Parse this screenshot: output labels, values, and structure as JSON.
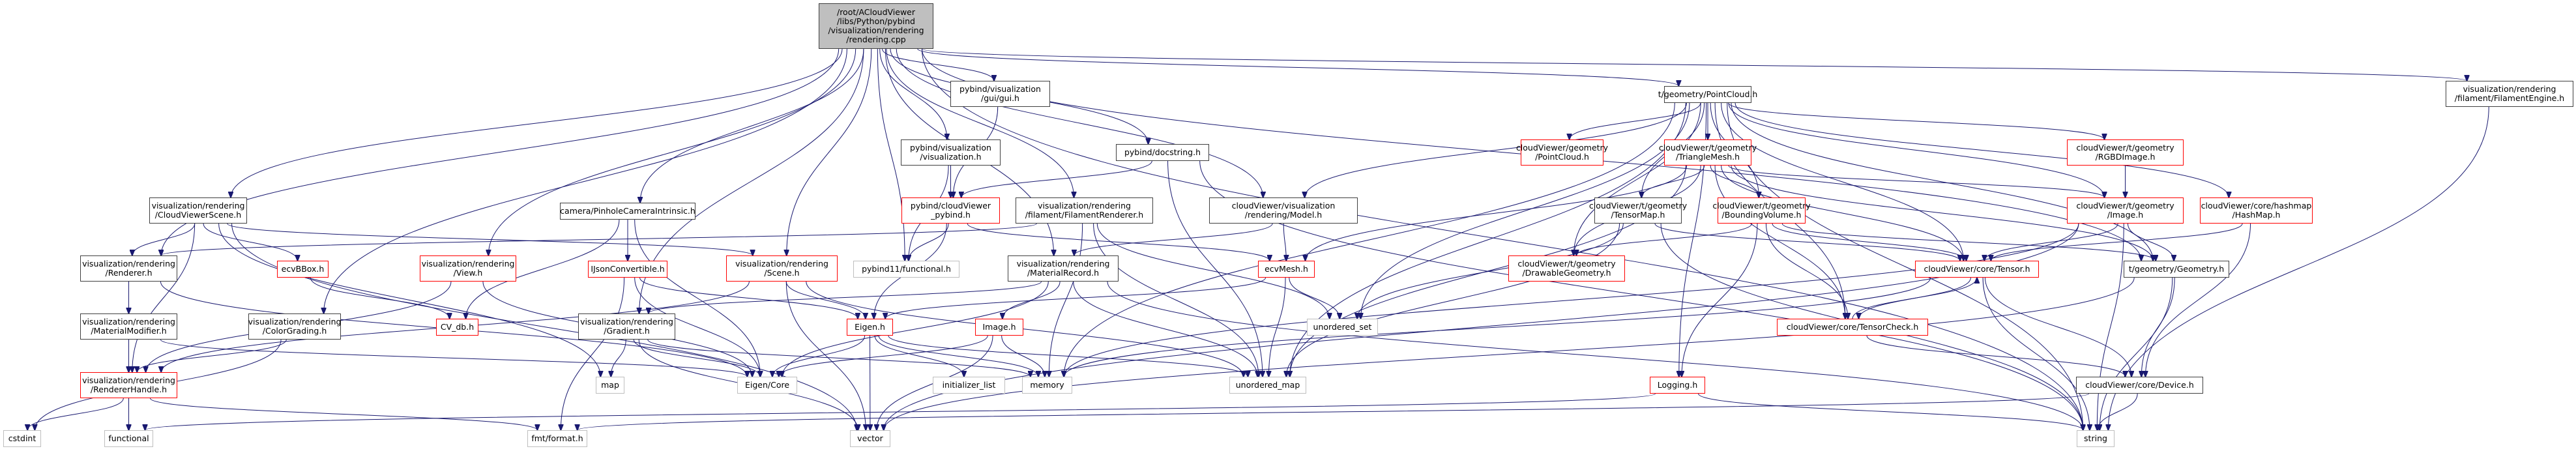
{
  "diagram": {
    "title": "Include dependency graph for rendering.cpp",
    "colors": {
      "edge": "#191970",
      "root_fill": "#bfbfbf",
      "documented_border": "#404040",
      "undocumented_border": "#ff0000",
      "external_border": "#bfbfbf"
    },
    "nodes": [
      {
        "id": "root",
        "label": "/root/ACloudViewer\n/libs/Python/pybind\n/visualization/rendering\n/rendering.cpp",
        "kind": "root"
      },
      {
        "id": "gui",
        "label": "pybind/visualization\n/gui/gui.h",
        "kind": "normal"
      },
      {
        "id": "vis",
        "label": "pybind/visualization\n/visualization.h",
        "kind": "normal"
      },
      {
        "id": "cvpybind",
        "label": "pybind/cloudViewer\n_pybind.h",
        "kind": "red"
      },
      {
        "id": "docstring",
        "label": "pybind/docstring.h",
        "kind": "normal"
      },
      {
        "id": "filrend",
        "label": "visualization/rendering\n/filament/FilamentRenderer.h",
        "kind": "normal"
      },
      {
        "id": "model",
        "label": "cloudViewer/visualization\n/rendering/Model.h",
        "kind": "normal"
      },
      {
        "id": "tpc",
        "label": "t/geometry/PointCloud.h",
        "kind": "normal"
      },
      {
        "id": "filengine",
        "label": "visualization/rendering\n/filament/FilamentEngine.h",
        "kind": "normal"
      },
      {
        "id": "cvscene",
        "label": "visualization/rendering\n/CloudViewerScene.h",
        "kind": "normal"
      },
      {
        "id": "pinhole",
        "label": "camera/PinholeCameraIntrinsic.h",
        "kind": "normal"
      },
      {
        "id": "renderer",
        "label": "visualization/rendering\n/Renderer.h",
        "kind": "normal"
      },
      {
        "id": "ecvbbox",
        "label": "ecvBBox.h",
        "kind": "red"
      },
      {
        "id": "view",
        "label": "visualization/rendering\n/View.h",
        "kind": "red"
      },
      {
        "id": "ijson",
        "label": "IJsonConvertible.h",
        "kind": "red"
      },
      {
        "id": "scene",
        "label": "visualization/rendering\n/Scene.h",
        "kind": "red"
      },
      {
        "id": "pbfunc",
        "label": "pybind11/functional.h",
        "kind": "ext"
      },
      {
        "id": "matrec",
        "label": "visualization/rendering\n/MaterialRecord.h",
        "kind": "normal"
      },
      {
        "id": "ecvmesh",
        "label": "ecvMesh.h",
        "kind": "red"
      },
      {
        "id": "matmod",
        "label": "visualization/rendering\n/MaterialModifier.h",
        "kind": "normal"
      },
      {
        "id": "colorgrad",
        "label": "visualization/rendering\n/ColorGrading.h",
        "kind": "normal"
      },
      {
        "id": "cvdb",
        "label": "CV_db.h",
        "kind": "red"
      },
      {
        "id": "gradient",
        "label": "visualization/rendering\n/Gradient.h",
        "kind": "normal"
      },
      {
        "id": "eigenh",
        "label": "Eigen.h",
        "kind": "red"
      },
      {
        "id": "imageh",
        "label": "Image.h",
        "kind": "red"
      },
      {
        "id": "uset",
        "label": "unordered_set",
        "kind": "ext"
      },
      {
        "id": "rhandle",
        "label": "visualization/rendering\n/RendererHandle.h",
        "kind": "red"
      },
      {
        "id": "map",
        "label": "map",
        "kind": "ext"
      },
      {
        "id": "eigencore",
        "label": "Eigen/Core",
        "kind": "ext"
      },
      {
        "id": "initlist",
        "label": "initializer_list",
        "kind": "ext"
      },
      {
        "id": "memory",
        "label": "memory",
        "kind": "ext"
      },
      {
        "id": "umap",
        "label": "unordered_map",
        "kind": "ext"
      },
      {
        "id": "cstdint",
        "label": "cstdint",
        "kind": "ext"
      },
      {
        "id": "functional",
        "label": "functional",
        "kind": "ext"
      },
      {
        "id": "fmt",
        "label": "fmt/format.h",
        "kind": "ext"
      },
      {
        "id": "vector",
        "label": "vector",
        "kind": "ext"
      },
      {
        "id": "gpc",
        "label": "cloudViewer/geometry\n/PointCloud.h",
        "kind": "red"
      },
      {
        "id": "trimesh",
        "label": "cloudViewer/t/geometry\n/TriangleMesh.h",
        "kind": "red"
      },
      {
        "id": "rgbd",
        "label": "cloudViewer/t/geometry\n/RGBDImage.h",
        "kind": "red"
      },
      {
        "id": "tensormap",
        "label": "cloudViewer/t/geometry\n/TensorMap.h",
        "kind": "normal"
      },
      {
        "id": "bvol",
        "label": "cloudViewer/t/geometry\n/BoundingVolume.h",
        "kind": "red"
      },
      {
        "id": "timage",
        "label": "cloudViewer/t/geometry\n/Image.h",
        "kind": "red"
      },
      {
        "id": "hashmap",
        "label": "cloudViewer/core/hashmap\n/HashMap.h",
        "kind": "red"
      },
      {
        "id": "drawable",
        "label": "cloudViewer/t/geometry\n/DrawableGeometry.h",
        "kind": "red"
      },
      {
        "id": "tensor",
        "label": "cloudViewer/core/Tensor.h",
        "kind": "red"
      },
      {
        "id": "tgeom",
        "label": "t/geometry/Geometry.h",
        "kind": "normal"
      },
      {
        "id": "tcheck",
        "label": "cloudViewer/core/TensorCheck.h",
        "kind": "red"
      },
      {
        "id": "logging",
        "label": "Logging.h",
        "kind": "red"
      },
      {
        "id": "device",
        "label": "cloudViewer/core/Device.h",
        "kind": "normal"
      },
      {
        "id": "string",
        "label": "string",
        "kind": "ext"
      }
    ],
    "edges": [
      [
        "root",
        "gui"
      ],
      [
        "root",
        "vis"
      ],
      [
        "root",
        "docstring"
      ],
      [
        "root",
        "filrend"
      ],
      [
        "root",
        "model"
      ],
      [
        "root",
        "tpc"
      ],
      [
        "root",
        "filengine"
      ],
      [
        "root",
        "cvscene"
      ],
      [
        "root",
        "pinhole"
      ],
      [
        "root",
        "renderer"
      ],
      [
        "root",
        "view"
      ],
      [
        "root",
        "scene"
      ],
      [
        "root",
        "pbfunc"
      ],
      [
        "root",
        "matrec"
      ],
      [
        "root",
        "colorgrad"
      ],
      [
        "root",
        "gradient"
      ],
      [
        "root",
        "string"
      ],
      [
        "root",
        "tgeom"
      ],
      [
        "gui",
        "cvpybind"
      ],
      [
        "vis",
        "cvpybind"
      ],
      [
        "vis",
        "pbfunc"
      ],
      [
        "docstring",
        "cvpybind"
      ],
      [
        "docstring",
        "umap"
      ],
      [
        "docstring",
        "string"
      ],
      [
        "cvpybind",
        "pbfunc"
      ],
      [
        "cvpybind",
        "eigenh"
      ],
      [
        "cvpybind",
        "ecvmesh"
      ],
      [
        "filrend",
        "renderer"
      ],
      [
        "filrend",
        "memory"
      ],
      [
        "filrend",
        "uset"
      ],
      [
        "filrend",
        "umap"
      ],
      [
        "model",
        "matrec"
      ],
      [
        "model",
        "ecvmesh"
      ],
      [
        "cvscene",
        "renderer"
      ],
      [
        "cvscene",
        "ecvbbox"
      ],
      [
        "cvscene",
        "scene"
      ],
      [
        "cvscene",
        "rhandle"
      ],
      [
        "cvscene",
        "map"
      ],
      [
        "cvscene",
        "vector"
      ],
      [
        "pinhole",
        "ijson"
      ],
      [
        "pinhole",
        "cvdb"
      ],
      [
        "pinhole",
        "eigencore"
      ],
      [
        "renderer",
        "matmod"
      ],
      [
        "renderer",
        "rhandle"
      ],
      [
        "renderer",
        "functional"
      ],
      [
        "renderer",
        "eigencore"
      ],
      [
        "ecvbbox",
        "cvdb"
      ],
      [
        "view",
        "rhandle"
      ],
      [
        "view",
        "eigencore"
      ],
      [
        "ijson",
        "eigenh"
      ],
      [
        "ijson",
        "fmt"
      ],
      [
        "ijson",
        "eigencore"
      ],
      [
        "scene",
        "rhandle"
      ],
      [
        "scene",
        "eigenh"
      ],
      [
        "scene",
        "vector"
      ],
      [
        "scene",
        "umap"
      ],
      [
        "matrec",
        "gradient"
      ],
      [
        "matrec",
        "imageh"
      ],
      [
        "matrec",
        "umap"
      ],
      [
        "matrec",
        "eigencore"
      ],
      [
        "matrec",
        "string"
      ],
      [
        "ecvmesh",
        "eigenh"
      ],
      [
        "ecvmesh",
        "uset"
      ],
      [
        "ecvmesh",
        "umap"
      ],
      [
        "matmod",
        "rhandle"
      ],
      [
        "matmod",
        "eigencore"
      ],
      [
        "colorgrad",
        "rhandle"
      ],
      [
        "colorgrad",
        "cstdint"
      ],
      [
        "gradient",
        "map"
      ],
      [
        "gradient",
        "eigencore"
      ],
      [
        "gradient",
        "vector"
      ],
      [
        "gradient",
        "memory"
      ],
      [
        "eigenh",
        "eigencore"
      ],
      [
        "eigenh",
        "vector"
      ],
      [
        "eigenh",
        "initlist"
      ],
      [
        "eigenh",
        "memory"
      ],
      [
        "eigenh",
        "umap"
      ],
      [
        "imageh",
        "memory"
      ],
      [
        "imageh",
        "vector"
      ],
      [
        "imageh",
        "eigencore"
      ],
      [
        "rhandle",
        "cstdint"
      ],
      [
        "rhandle",
        "functional"
      ],
      [
        "rhandle",
        "fmt"
      ],
      [
        "tpc",
        "gpc"
      ],
      [
        "tpc",
        "trimesh"
      ],
      [
        "tpc",
        "rgbd"
      ],
      [
        "tpc",
        "tensormap"
      ],
      [
        "tpc",
        "bvol"
      ],
      [
        "tpc",
        "timage"
      ],
      [
        "tpc",
        "hashmap"
      ],
      [
        "tpc",
        "drawable"
      ],
      [
        "tpc",
        "tensor"
      ],
      [
        "tpc",
        "tgeom"
      ],
      [
        "tpc",
        "tcheck"
      ],
      [
        "tpc",
        "logging"
      ],
      [
        "tpc",
        "string"
      ],
      [
        "tpc",
        "umap"
      ],
      [
        "tpc",
        "uset"
      ],
      [
        "tpc",
        "memory"
      ],
      [
        "tpc",
        "model"
      ],
      [
        "trimesh",
        "tensormap"
      ],
      [
        "trimesh",
        "bvol"
      ],
      [
        "trimesh",
        "drawable"
      ],
      [
        "trimesh",
        "tensor"
      ],
      [
        "trimesh",
        "tgeom"
      ],
      [
        "trimesh",
        "ecvmesh"
      ],
      [
        "trimesh",
        "tcheck"
      ],
      [
        "trimesh",
        "timage"
      ],
      [
        "trimesh",
        "umap"
      ],
      [
        "rgbd",
        "timage"
      ],
      [
        "tensormap",
        "tensor"
      ],
      [
        "tensormap",
        "string"
      ],
      [
        "tensormap",
        "uset"
      ],
      [
        "tensormap",
        "umap"
      ],
      [
        "bvol",
        "tensor"
      ],
      [
        "bvol",
        "tcheck"
      ],
      [
        "bvol",
        "drawable"
      ],
      [
        "bvol",
        "tgeom"
      ],
      [
        "bvol",
        "logging"
      ],
      [
        "timage",
        "tensor"
      ],
      [
        "timage",
        "tgeom"
      ],
      [
        "timage",
        "vector"
      ],
      [
        "timage",
        "string"
      ],
      [
        "timage",
        "memory"
      ],
      [
        "hashmap",
        "tensor"
      ],
      [
        "hashmap",
        "device"
      ],
      [
        "tensor",
        "tcheck"
      ],
      [
        "tensor",
        "device"
      ],
      [
        "tensor",
        "string"
      ],
      [
        "tensor",
        "memory"
      ],
      [
        "tgeom",
        "device"
      ],
      [
        "tgeom",
        "string"
      ],
      [
        "tgeom",
        "vector"
      ],
      [
        "tcheck",
        "tensor"
      ],
      [
        "tcheck",
        "device"
      ],
      [
        "logging",
        "string"
      ],
      [
        "logging",
        "functional"
      ],
      [
        "device",
        "string"
      ],
      [
        "device",
        "fmt"
      ],
      [
        "filengine",
        "string"
      ]
    ]
  }
}
